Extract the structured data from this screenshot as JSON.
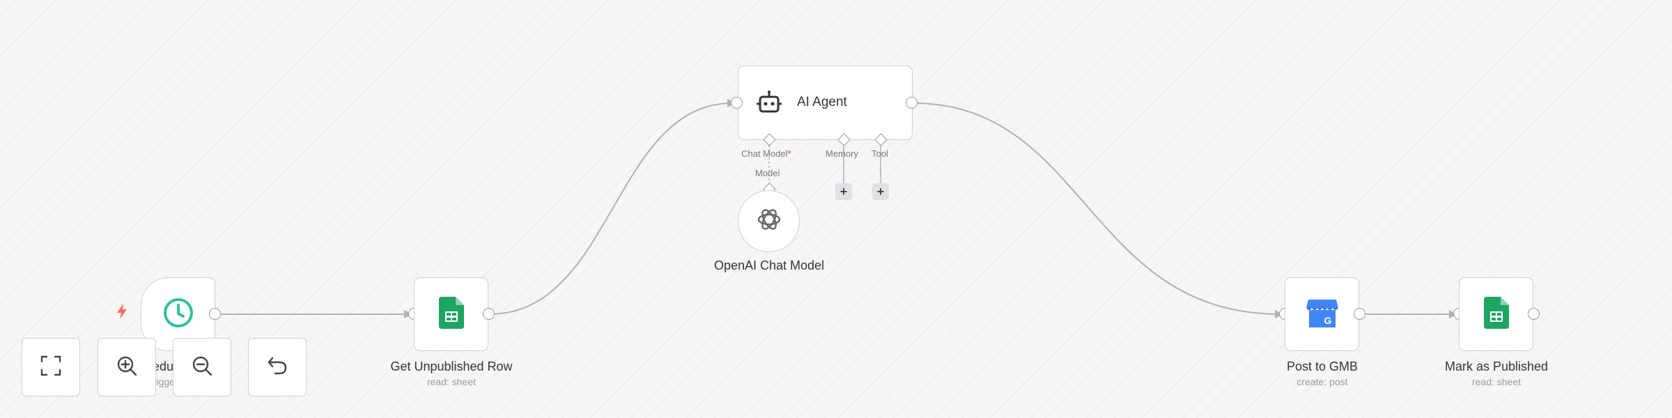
{
  "nodes": {
    "schedule": {
      "label": "Schedule Trigger",
      "sub": "trigger (cron)"
    },
    "get_unpublished": {
      "label": "Get Unpublished Row",
      "sub": "read: sheet"
    },
    "ai_agent": {
      "label": "AI Agent",
      "ports": {
        "chat_model": "Chat Model",
        "chat_model_required": "*",
        "memory": "Memory",
        "tool": "Tool",
        "model": "Model"
      }
    },
    "openai": {
      "label": "OpenAI Chat Model"
    },
    "post_gmb": {
      "label": "Post to GMB",
      "sub": "create: post"
    },
    "mark_published": {
      "label": "Mark as Published",
      "sub": "read: sheet"
    }
  },
  "controls": {
    "fit_view": "fit-view",
    "zoom_in": "zoom-in",
    "zoom_out": "zoom-out",
    "undo": "undo"
  },
  "colors": {
    "sheets_green": "#1fa463",
    "schedule_teal": "#2fbf9f",
    "gmb_blue": "#4285f4",
    "trigger_bolt": "#ff6d5a",
    "edge_gray": "#b0b0b5"
  }
}
